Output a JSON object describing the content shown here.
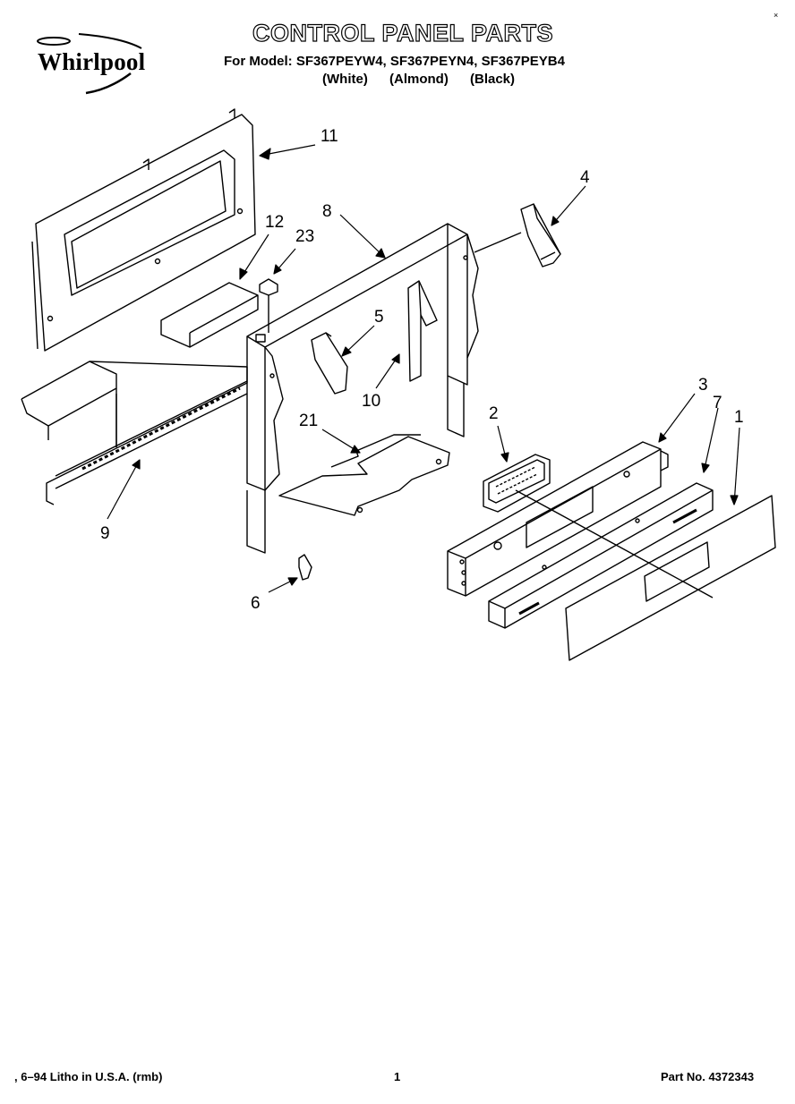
{
  "header": {
    "brand": "Whirlpool",
    "title": "CONTROL PANEL PARTS",
    "models_line": "For Model: SF367PEYW4, SF367PEYN4, SF367PEYB4",
    "colors": [
      "(White)",
      "(Almond)",
      "(Black)"
    ]
  },
  "corner_mark": "×",
  "callouts": {
    "c1": "1",
    "c2": "2",
    "c3": "3",
    "c4": "4",
    "c5": "5",
    "c6": "6",
    "c7": "7",
    "c8": "8",
    "c9": "9",
    "c10": "10",
    "c11": "11",
    "c12": "12",
    "c21": "21",
    "c23": "23"
  },
  "footer": {
    "left": ", 6–94 Litho in U.S.A. (rmb)",
    "page": "1",
    "part_no": "Part No. 4372343"
  }
}
